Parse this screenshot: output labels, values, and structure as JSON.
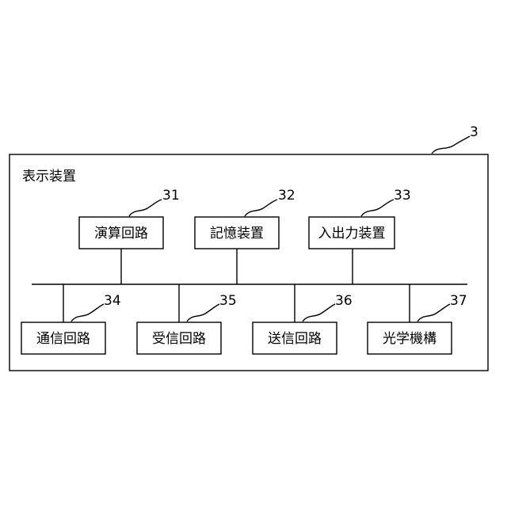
{
  "device": {
    "ref": "3",
    "title": "表示装置"
  },
  "top_blocks": [
    {
      "label": "演算回路",
      "ref": "31"
    },
    {
      "label": "記憶装置",
      "ref": "32"
    },
    {
      "label": "入出力装置",
      "ref": "33"
    }
  ],
  "bottom_blocks": [
    {
      "label": "通信回路",
      "ref": "34"
    },
    {
      "label": "受信回路",
      "ref": "35"
    },
    {
      "label": "送信回路",
      "ref": "36"
    },
    {
      "label": "光学機構",
      "ref": "37"
    }
  ]
}
